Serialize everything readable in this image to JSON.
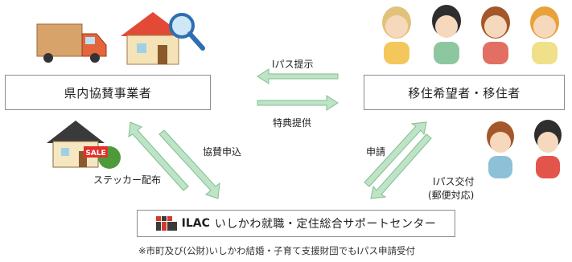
{
  "nodes": {
    "sponsor": "県内協賛事業者",
    "migrant": "移住希望者・移住者",
    "center_org_abbr": "ILAC",
    "center_name": "いしかわ就職・定住総合サポートセンター"
  },
  "labels": {
    "ipass_present": "Iパス提示",
    "benefit_provision": "特典提供",
    "sponsor_application": "協賛申込",
    "sticker_distribution": "ステッカー配布",
    "application": "申請",
    "ipass_issue_line1": "Iパス交付",
    "ipass_issue_line2": "(郵便対応)"
  },
  "footnote": "※市町及び(公財)いしかわ結婚・子育て支援財団でもIパス申請受付",
  "illustrations": {
    "sale_sign": "SALE"
  },
  "colors": {
    "arrow": "#bfe3c7",
    "arrow_stroke": "#7fbf8e",
    "box_border": "#8c8c8c"
  }
}
